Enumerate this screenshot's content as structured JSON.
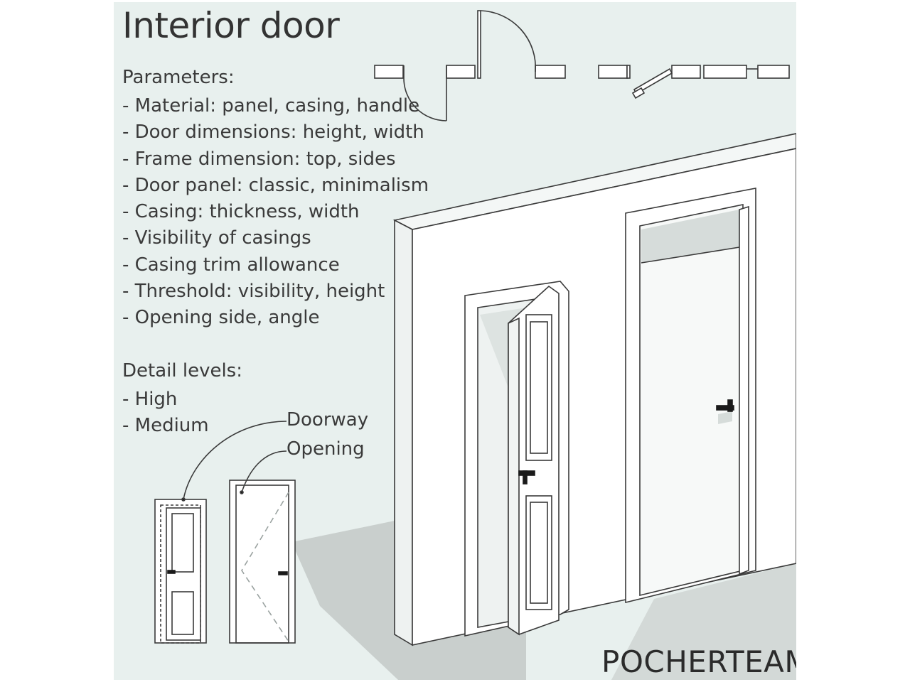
{
  "title": "Interior door",
  "parameters": {
    "heading": "Parameters:",
    "items": [
      "- Material: panel, casing, handle",
      "- Door dimensions: height, width",
      "- Frame dimension: top, sides",
      "- Door panel: classic, minimalism",
      "- Casing: thickness, width",
      "- Visibility of casings",
      "- Casing trim allowance",
      "- Threshold: visibility, height",
      "- Opening side, angle"
    ]
  },
  "detail_levels": {
    "heading": "Detail levels:",
    "items": [
      "- High",
      "- Medium"
    ]
  },
  "callouts": {
    "doorway": "Doorway",
    "opening": "Opening"
  },
  "brand": "POCHERTEAM",
  "colors": {
    "background": "#e8f0ee",
    "wall": "#ffffff",
    "shadow": "#c9cfcd",
    "line": "#3a3a3a",
    "handle": "#1a1a1a"
  }
}
